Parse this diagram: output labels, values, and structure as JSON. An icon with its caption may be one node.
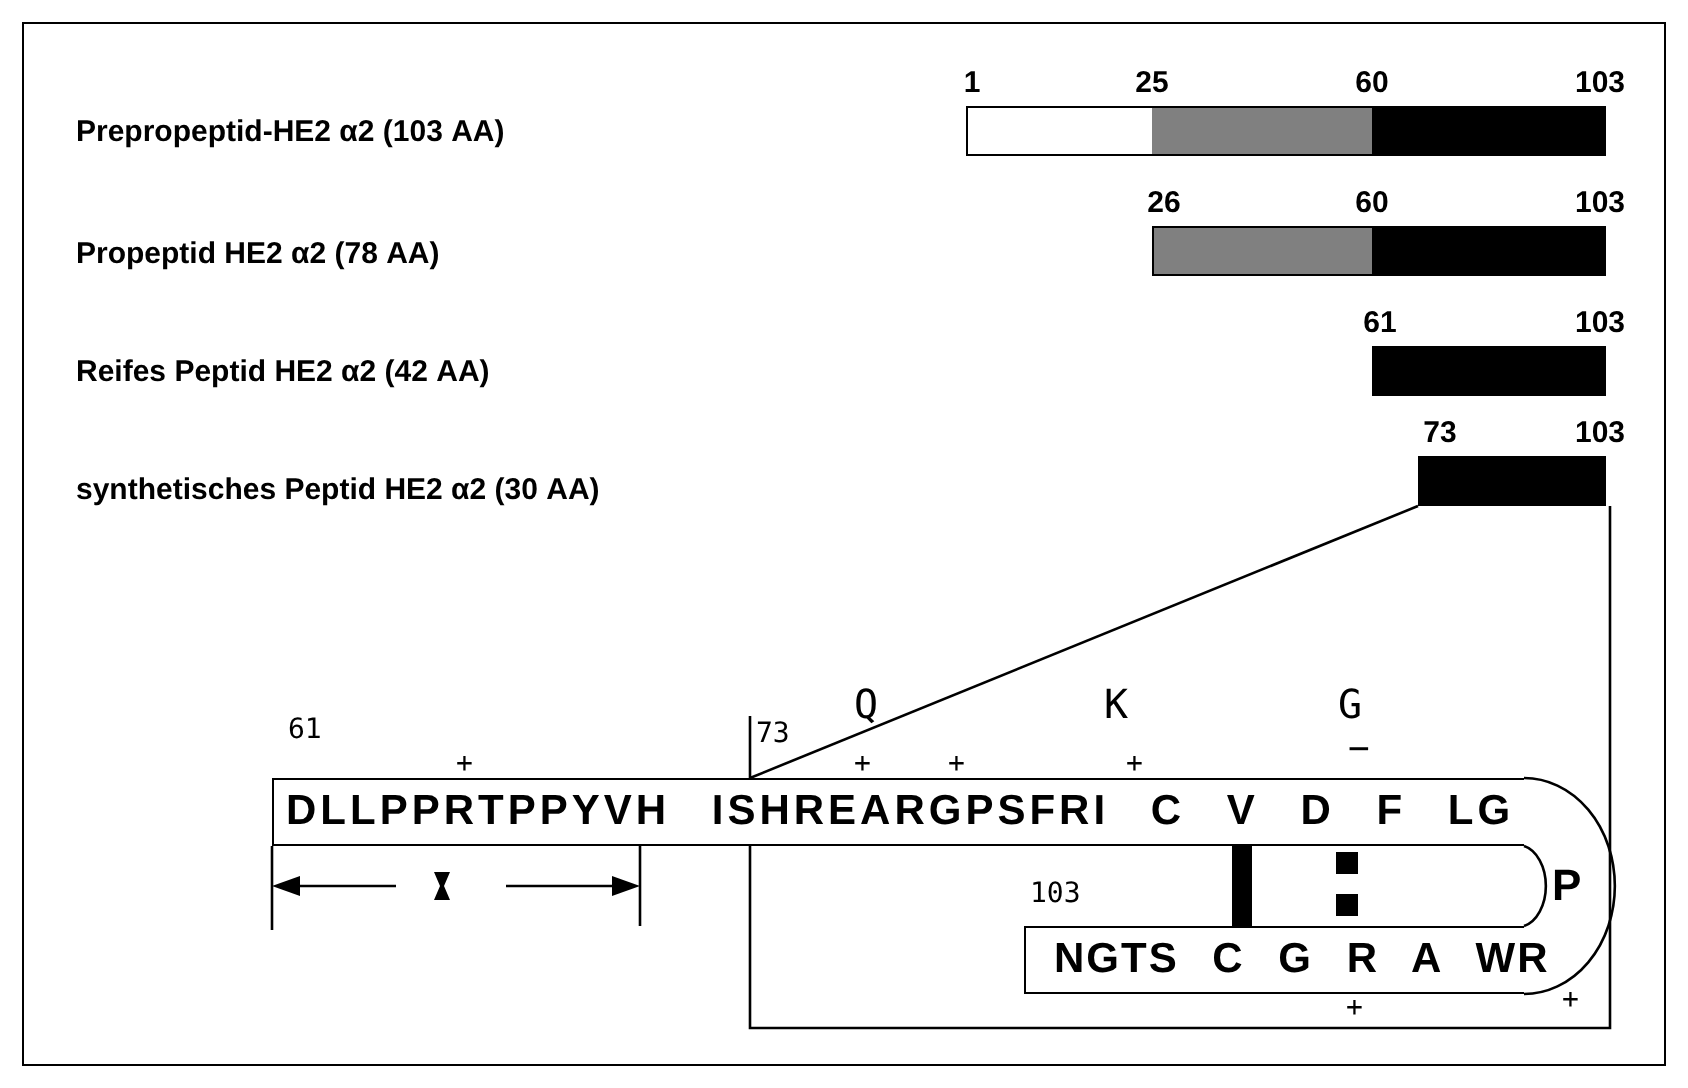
{
  "diagram": {
    "nodes": [
      {
        "text": [],
        "shape": "bar",
        "beside": [
          "1",
          "25",
          "60",
          "103"
        ]
      },
      {
        "text": [],
        "shape": "bar",
        "beside": [
          "26",
          "60",
          "103"
        ]
      },
      {
        "text": [],
        "shape": "bar",
        "beside": [
          "61",
          "103"
        ]
      },
      {
        "text": [],
        "shape": "bar",
        "beside": [
          "73",
          "103"
        ]
      },
      {
        "text": [
          "DLLPPRTPPYVH ISHREARGPSFRI C V D F LG"
        ]
      },
      {
        "text": [
          "NGTS C G R A WR"
        ]
      }
    ],
    "edges": [
      {
        "from": 3,
        "to": 4,
        "arrow": "none"
      },
      {
        "from": 4,
        "to": 5,
        "arrow": "none",
        "label": "P"
      }
    ],
    "labels": [
      "Prepropeptid-HE2 α2 (103 AA)",
      "Propeptid HE2 α2 (78 AA)",
      "Reifes Peptid HE2 α2 (42 AA)",
      "synthetisches Peptid HE2 α2 (30 AA)",
      "Q",
      "K",
      "G",
      "61",
      "73",
      "+",
      "+",
      "+",
      "+",
      "−",
      "103",
      "+",
      "+"
    ]
  }
}
